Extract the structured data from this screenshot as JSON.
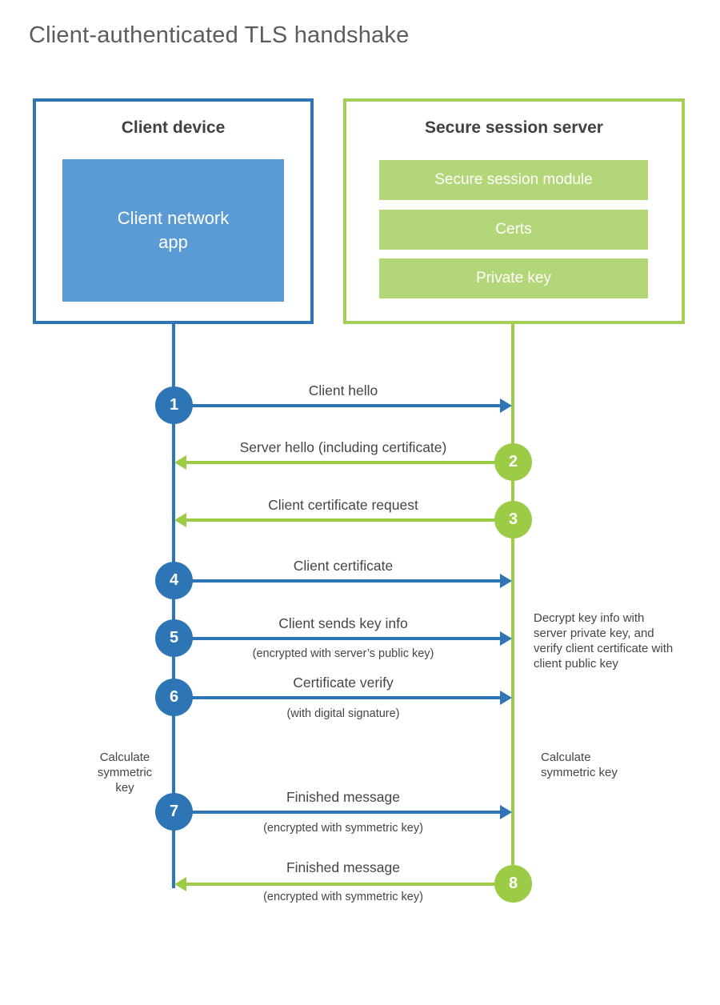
{
  "title": "Client-authenticated TLS handshake",
  "client": {
    "heading": "Client device",
    "app_label": "Client network app"
  },
  "server": {
    "heading": "Secure session server",
    "modules": [
      "Secure session module",
      "Certs",
      "Private key"
    ]
  },
  "steps": [
    {
      "num": "1",
      "label": "Client hello",
      "direction": "client-to-server",
      "color": "blue"
    },
    {
      "num": "2",
      "label": "Server hello (including certificate)",
      "direction": "server-to-client",
      "color": "green"
    },
    {
      "num": "3",
      "label": "Client certificate request",
      "direction": "server-to-client",
      "color": "green"
    },
    {
      "num": "4",
      "label": "Client certificate",
      "direction": "client-to-server",
      "color": "blue"
    },
    {
      "num": "5",
      "label": "Client sends key info",
      "sub": "(encrypted with server’s public key)",
      "direction": "client-to-server",
      "color": "blue"
    },
    {
      "num": "6",
      "label": "Certificate verify",
      "sub": "(with digital signature)",
      "direction": "client-to-server",
      "color": "blue"
    },
    {
      "num": "7",
      "label": "Finished message",
      "sub": "(encrypted with symmetric key)",
      "direction": "client-to-server",
      "color": "blue"
    },
    {
      "num": "8",
      "label": "Finished message",
      "sub": "(encrypted with symmetric key)",
      "direction": "server-to-client",
      "color": "green"
    }
  ],
  "notes": {
    "decrypt": "Decrypt key info with server private key, and verify client certificate with client public key",
    "calc_left": "Calculate symmetric key",
    "calc_right": "Calculate symmetric key"
  },
  "colors": {
    "blue_primary": "#2e75b5",
    "blue_fill": "#5b9bd5",
    "green_primary": "#9ccb45",
    "green_border": "#a3cf55",
    "green_fill": "#b3d678",
    "text_dark": "#44454a"
  }
}
